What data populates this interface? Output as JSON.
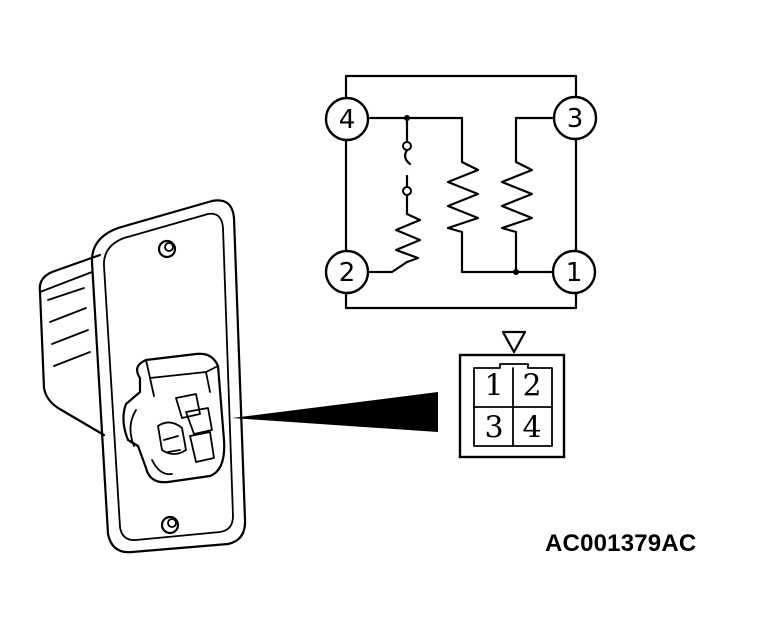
{
  "circuit": {
    "terminals": [
      {
        "id": "t4",
        "label": "4"
      },
      {
        "id": "t3",
        "label": "3"
      },
      {
        "id": "t2",
        "label": "2"
      },
      {
        "id": "t1",
        "label": "1"
      }
    ]
  },
  "connector": {
    "cells": [
      {
        "label": "1"
      },
      {
        "label": "2"
      },
      {
        "label": "3"
      },
      {
        "label": "4"
      }
    ]
  },
  "code": "AC001379AC"
}
